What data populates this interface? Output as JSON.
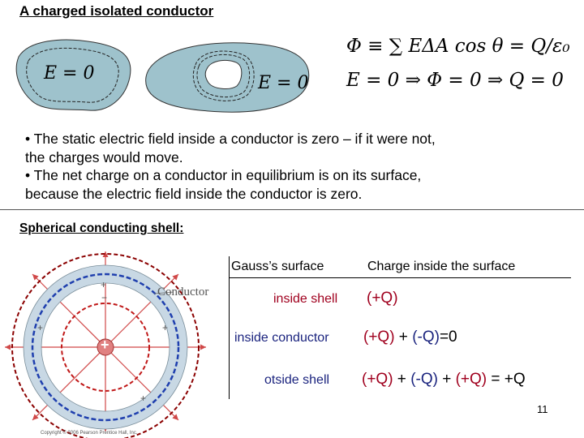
{
  "title": "A charged isolated conductor",
  "blobs": {
    "left_label": "E = 0",
    "right_label": "E = 0"
  },
  "equations": {
    "line1": "Φ ≡ ∑ EΔA cos θ = Q/ε₀",
    "line2": "E = 0 ⇒ Φ = 0 ⇒ Q = 0"
  },
  "bullets": [
    "• The static electric field inside a conductor is zero – if it were not,",
    "the charges would move.",
    "• The net charge on a conductor in equilibrium is on its surface,",
    "because the electric field inside the conductor is zero."
  ],
  "subtitle": "Spherical conducting shell:",
  "diagram": {
    "conductor_label": "Conductor",
    "center_charge": "+",
    "outer_charge": "+",
    "inner_charge": "−",
    "copyright": "Copyright © 2006 Pearson Prentice Hall, Inc.",
    "colors": {
      "shell": "#c8d8e4",
      "outer_dashed": "#8b0000",
      "blue_dashed": "#1f3fae",
      "red_dashed": "#c01818",
      "field_lines": "#d04848"
    }
  },
  "table": {
    "col1": "Gauss’s surface",
    "col2": "Charge inside the surface",
    "rows": [
      {
        "label": "inside shell",
        "parts": [
          "(+Q)"
        ]
      },
      {
        "label": "inside conductor",
        "parts": [
          "(+Q)",
          " + ",
          "(-Q)",
          "=0"
        ]
      },
      {
        "label": "otside shell",
        "parts": [
          "(+Q)",
          " + ",
          "(-Q)",
          " + ",
          "(+Q)",
          " = +Q"
        ]
      }
    ]
  },
  "page_number": "11"
}
